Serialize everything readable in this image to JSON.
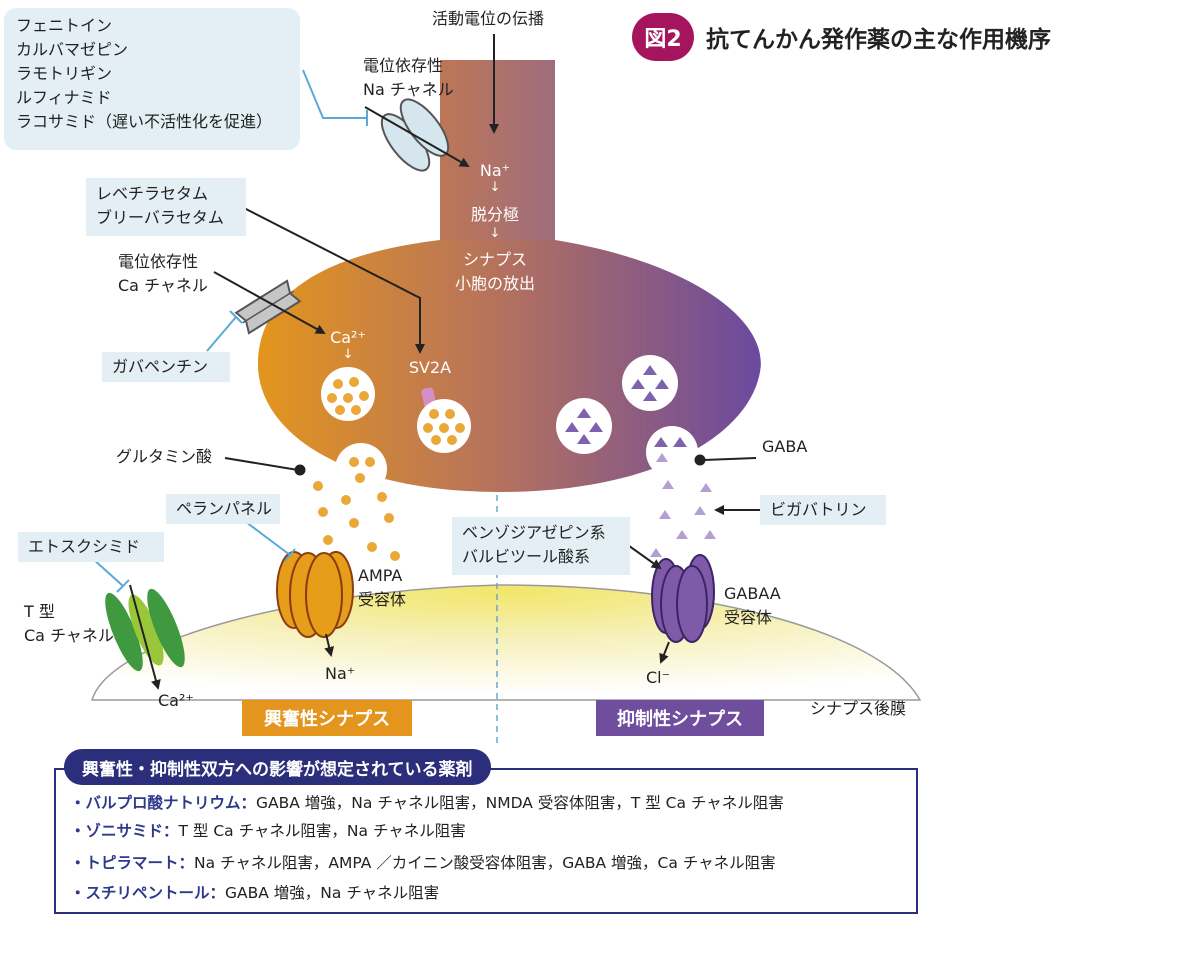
{
  "title": {
    "badge": "図2",
    "text": "抗てんかん発作薬の主な作用機序"
  },
  "top": {
    "action_potential": "活動電位の伝播"
  },
  "sodium_drugs": {
    "lines": [
      "フェニトイン",
      "カルバマゼピン",
      "ラモトリギン",
      "ルフィナミド",
      "ラコサミド（遅い不活性化を促進）"
    ]
  },
  "na_channel": {
    "lines": [
      "電位依存性",
      "Na チャネル"
    ]
  },
  "cascade": {
    "na": "Na⁺",
    "arrow1": "↓",
    "depol": "脱分極",
    "arrow2": "↓",
    "release1": "シナプス",
    "release2": "小胞の放出"
  },
  "sv2a_drugs": {
    "lines": [
      "レベチラセタム",
      "ブリーバラセタム"
    ]
  },
  "ca_channel": {
    "lines": [
      "電位依存性",
      "Ca チャネル"
    ]
  },
  "ca_ion": "Ca²⁺",
  "ca_arrow": "↓",
  "sv2a": "SV2A",
  "gabapentin": "ガバペンチン",
  "glutamate": "グルタミン酸",
  "gaba": "GABA",
  "perampanel": "ペランパネル",
  "vigabatrin": "ビガバトリン",
  "ethosuximide": "エトスクシミド",
  "benzo": {
    "lines": [
      "ベンゾジアゼピン系",
      "バルビツール酸系"
    ]
  },
  "t_type": {
    "lines": [
      "T 型",
      "Ca チャネル"
    ]
  },
  "ampa": {
    "lines": [
      "AMPA",
      "受容体"
    ]
  },
  "gaba_a": {
    "lines": [
      "GABAA",
      "受容体"
    ]
  },
  "ions": {
    "na_post": "Na⁺",
    "ca_post": "Ca²⁺",
    "cl": "Cl⁻"
  },
  "synapses": {
    "excitatory": "興奮性シナプス",
    "inhibitory": "抑制性シナプス",
    "membrane": "シナプス後膜"
  },
  "panel": {
    "heading": "興奮性・抑制性双方への影響が想定されている薬剤",
    "drugs": [
      {
        "name": "・バルプロ酸ナトリウム：",
        "effects": "GABA 増強，Na チャネル阻害，NMDA 受容体阻害，T 型 Ca チャネル阻害"
      },
      {
        "name": "・ゾニサミド：",
        "effects": "T 型 Ca チャネル阻害，Na チャネル阻害"
      },
      {
        "name": "・トピラマート：",
        "effects": "Na チャネル阻害，AMPA ／カイニン酸受容体阻害，GABA 増強，Ca チャネル阻害"
      },
      {
        "name": "・スチリペントール：",
        "effects": "GABA 増強，Na チャネル阻害"
      }
    ]
  },
  "colors": {
    "excitatory": "#e0951a",
    "inhibitory": "#6f4e9e",
    "title_badge": "#a4155e",
    "panel": "#2b2e7a",
    "label_bg": "#e3eff5"
  }
}
